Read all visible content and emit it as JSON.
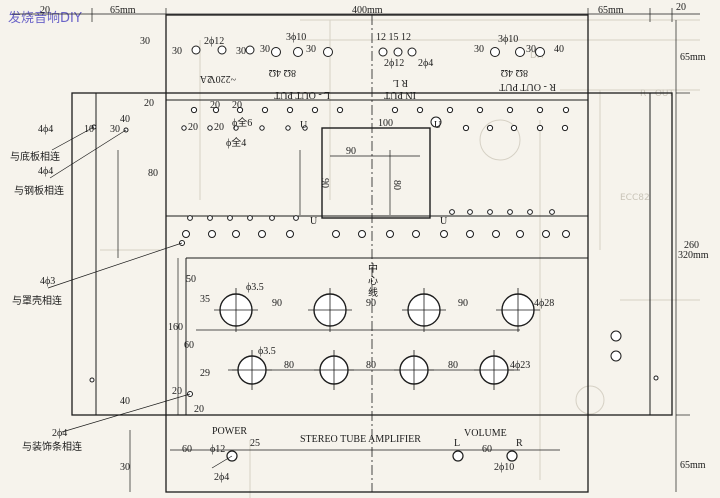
{
  "watermark": "发烧音响DIY",
  "ghost": [
    "DIY",
    "R · OUT",
    "ECC82"
  ],
  "dims": {
    "top_left": "20",
    "top_left_65": "65mm",
    "top_width": "400mm",
    "top_right_65": "65mm",
    "top_right_20": "20",
    "v30_top": "30",
    "v20": "20",
    "v40": "40",
    "v80": "80",
    "h10": "10",
    "h30": "30",
    "right_260": "260",
    "right_320": "320mm",
    "right_65_top": "65mm",
    "right_65_bot": "65mm",
    "v50": "50",
    "v160": "160",
    "v35": "35",
    "v60": "60",
    "v29": "29",
    "v40_low": "40",
    "v20_low": "20",
    "v20_low2": "20",
    "v30_low": "30",
    "v25": "25",
    "h60_a": "60",
    "h60_b": "60"
  },
  "top": {
    "t30a": "30",
    "phi12_2": "2ϕ12",
    "t30b": "30",
    "phi10_3": "3ϕ10",
    "t30c": "30",
    "t30d": "30",
    "t12_15_12": "12 15 12",
    "phi12_2b": "2ϕ12",
    "phi4_2": "2ϕ4",
    "phi10_3b": "3ϕ10",
    "t30e": "30",
    "t30f": "30",
    "t40": "40"
  },
  "top_panel": {
    "voltage": "~220V",
    "fuse": "2A",
    "l_out": "L - OUT PUT",
    "l_imp": "8Ω  4Ω",
    "in_put": "IN PUT",
    "in_channels": "R  L",
    "r_out": "R - OUT PUT",
    "r_imp": "8Ω  4Ω"
  },
  "upper": {
    "u20a": "20",
    "u20b": "20",
    "u20c": "20",
    "u20d": "20",
    "phi_all6": "ϕ全6",
    "phi_all4": "ϕ全4",
    "u": "U",
    "u100": "100",
    "c90h": "90",
    "c90v": "90",
    "c80v": "80"
  },
  "center_line": [
    "中",
    "心",
    "线"
  ],
  "sockets": {
    "phi35a": "ϕ3.5",
    "s90a": "90",
    "s90b": "90",
    "s90c": "90",
    "phi28": "4ϕ28",
    "phi35b": "ϕ3.5",
    "s80a": "80",
    "s80b": "80",
    "s80c": "80",
    "phi23": "4ϕ23"
  },
  "front": {
    "power": "POWER",
    "phi12": "ϕ12",
    "phi4": "2ϕ4",
    "title": "STEREO TUBE AMPLIFIER",
    "volume": "VOLUME",
    "l": "L",
    "r": "R",
    "phi10": "2ϕ10"
  },
  "notes": [
    {
      "hole": "4ϕ4",
      "text": "与底板相连"
    },
    {
      "hole": "4ϕ4",
      "text": "与钢板相连"
    },
    {
      "hole": "4ϕ3",
      "text": "与罩壳相连"
    },
    {
      "hole": "2ϕ4",
      "text": "与装饰条相连"
    }
  ]
}
